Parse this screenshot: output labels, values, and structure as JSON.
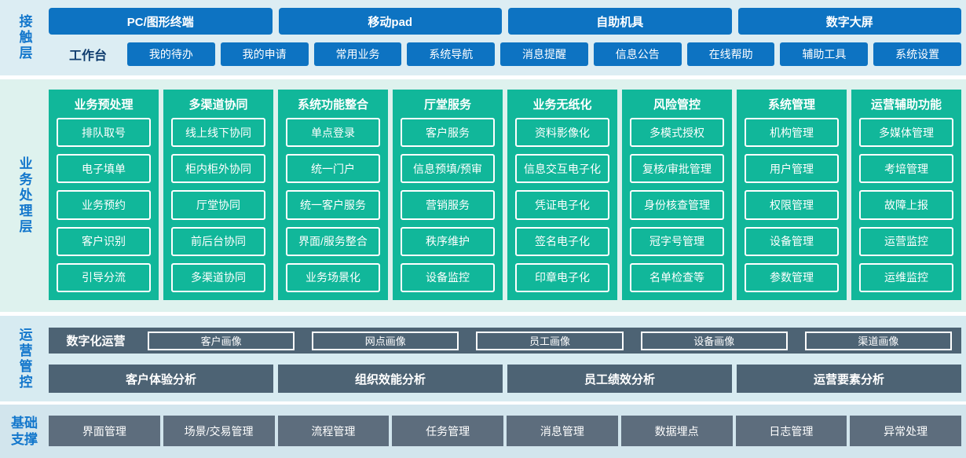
{
  "layers": {
    "contact": {
      "label": "接触层",
      "channels": [
        "PC/图形终端",
        "移动pad",
        "自助机具",
        "数字大屏"
      ],
      "workbench_label": "工作台",
      "workbench_items": [
        "我的待办",
        "我的申请",
        "常用业务",
        "系统导航",
        "消息提醒",
        "信息公告",
        "在线帮助",
        "辅助工具",
        "系统设置"
      ]
    },
    "business": {
      "label": "业务处理层",
      "columns": [
        {
          "title": "业务预处理",
          "items": [
            "排队取号",
            "电子填单",
            "业务预约",
            "客户识别",
            "引导分流"
          ]
        },
        {
          "title": "多渠道协同",
          "items": [
            "线上线下协同",
            "柜内柜外协同",
            "厅堂协同",
            "前后台协同",
            "多渠道协同"
          ]
        },
        {
          "title": "系统功能整合",
          "items": [
            "单点登录",
            "统一门户",
            "统一客户服务",
            "界面/服务整合",
            "业务场景化"
          ]
        },
        {
          "title": "厅堂服务",
          "items": [
            "客户服务",
            "信息预填/预审",
            "营销服务",
            "秩序维护",
            "设备监控"
          ]
        },
        {
          "title": "业务无纸化",
          "items": [
            "资料影像化",
            "信息交互电子化",
            "凭证电子化",
            "签名电子化",
            "印章电子化"
          ]
        },
        {
          "title": "风险管控",
          "items": [
            "多模式授权",
            "复核/审批管理",
            "身份核查管理",
            "冠字号管理",
            "名单检查等"
          ]
        },
        {
          "title": "系统管理",
          "items": [
            "机构管理",
            "用户管理",
            "权限管理",
            "设备管理",
            "参数管理"
          ]
        },
        {
          "title": "运营辅助功能",
          "items": [
            "多媒体管理",
            "考培管理",
            "故障上报",
            "运营监控",
            "运维监控"
          ]
        }
      ]
    },
    "operations": {
      "label": "运营管控",
      "digital_label": "数字化运营",
      "profiles": [
        "客户画像",
        "网点画像",
        "员工画像",
        "设备画像",
        "渠道画像"
      ],
      "analyses": [
        "客户体验分析",
        "组织效能分析",
        "员工绩效分析",
        "运营要素分析"
      ]
    },
    "foundation": {
      "label": "基础支撑",
      "items": [
        "界面管理",
        "场景/交易管理",
        "流程管理",
        "任务管理",
        "消息管理",
        "数据埋点",
        "日志管理",
        "异常处理"
      ]
    }
  },
  "colors": {
    "button_blue": "#0d73c2",
    "teal": "#11b79a",
    "slate": "#4d6374",
    "gray": "#5d6d7d",
    "label_blue": "#1377cc"
  }
}
